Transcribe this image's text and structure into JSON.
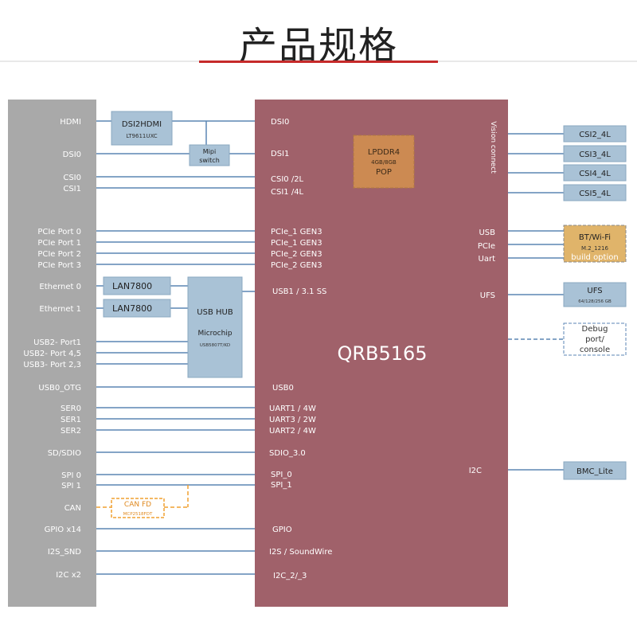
{
  "title": "产品规格",
  "soc": {
    "name": "QRB5165",
    "memory": {
      "line1": "LPDDR4",
      "line2": "4GB/8GB",
      "line3": "POP"
    },
    "left_pins": [
      "DSI0",
      "DSI1",
      "CSI0 /2L",
      "CSI1 /4L",
      "PCIe_1 GEN3",
      "PCIe_1 GEN3",
      "PCIe_2 GEN3",
      "PCIe_2 GEN3",
      "USB1 / 3.1 SS",
      "USB0",
      "UART1 / 4W",
      "UART3 / 2W",
      "UART2 / 4W",
      "SDIO_3.0",
      "SPI_0",
      "SPI_1",
      "GPIO",
      "I2S / SoundWire",
      "I2C_2/_3"
    ],
    "right_pins": {
      "vision": "Vision connect",
      "usb": "USB",
      "pcie": "PCIe",
      "uart": "Uart",
      "ufs": "UFS",
      "i2c": "I2C"
    }
  },
  "left_panel": {
    "labels": [
      "HDMI",
      "DSI0",
      "CSI0",
      "CSI1",
      "PCIe  Port 0",
      "PCIe  Port 1",
      "PCIe  Port 2",
      "PCIe  Port 3",
      "Ethernet 0",
      "Ethernet 1",
      "USB2-     Port1",
      "USB2-  Port 4,5",
      "USB3-  Port 2,3",
      "USB0_OTG",
      "SER0",
      "SER1",
      "SER2",
      "SD/SDIO",
      "SPI 0",
      "SPI 1",
      "CAN",
      "GPIO x14",
      "I2S_SND",
      "I2C x2"
    ]
  },
  "chips": {
    "dsi2hdmi": {
      "name": "DSI2HDMI",
      "part": "LT9611UXC"
    },
    "mipi": {
      "line1": "Mipi",
      "line2": "switch"
    },
    "lan0": "LAN7800",
    "lan1": "LAN7800",
    "usbhub": {
      "name": "USB HUB",
      "vendor": "Microchip",
      "part": "USB5807T/KD"
    },
    "canfd": {
      "name": "CAN FD",
      "part": "MCP2518FDT"
    }
  },
  "right_boxes": {
    "csi": [
      "CSI2_4L",
      "CSI3_4L",
      "CSI4_4L",
      "CSI5_4L"
    ],
    "bt": {
      "line1": "BT/Wi-Fi",
      "line2": "M.2_1216",
      "line3": "build option"
    },
    "ufs": {
      "name": "UFS",
      "sizes": "64/128/256 GB"
    },
    "debug": {
      "line1": "Debug",
      "line2": "port/",
      "line3": "console"
    },
    "bmc": "BMC_Lite"
  },
  "colors": {
    "soc": "#a0616a",
    "panel": "#a9a9a9",
    "chip": "#a9c2d6",
    "memory": "#cc8a52",
    "bt": "#e0b46a",
    "can": "#f0a030",
    "line": "#5b86b4"
  }
}
